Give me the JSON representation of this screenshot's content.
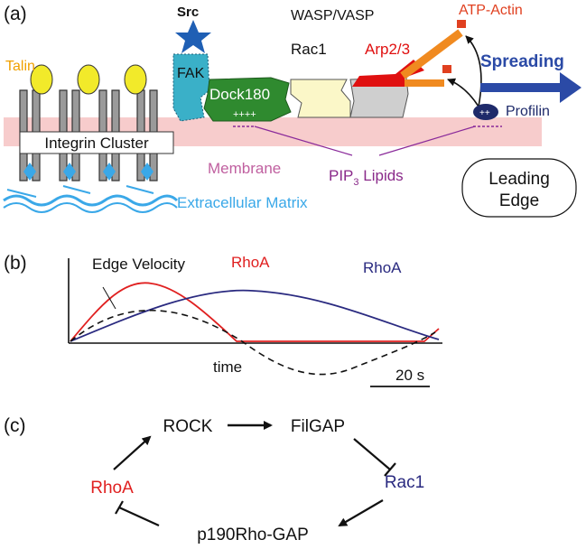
{
  "panels": {
    "a": "(a)",
    "b": "(b)",
    "c": "(c)"
  },
  "panel_a": {
    "talin": "Talin",
    "src": "Src",
    "fak": "FAK",
    "wasp_vasp": "WASP/VASP",
    "rac1": "Rac1",
    "arp23": "Arp2/3",
    "atp_actin": "ATP-Actin",
    "spreading": "Spreading",
    "dock180": "Dock180",
    "plus_charges": "++++",
    "profilin_charges": "++",
    "profilin": "Profilin",
    "integrin_cluster": "Integrin Cluster",
    "membrane": "Membrane",
    "pip3_main": "PIP",
    "pip3_sub": "3",
    "pip3_rest": " Lipids",
    "leading_line1": "Leading",
    "leading_line2": "Edge",
    "ecm": "Extracellular Matrix"
  },
  "panel_b": {
    "edge_velocity": "Edge Velocity",
    "rhoa_red": "RhoA",
    "rhoa_blue": "RhoA",
    "time": "time",
    "scale": "20 s"
  },
  "panel_c": {
    "rock": "ROCK",
    "filgap": "FilGAP",
    "rac1": "Rac1",
    "p190": "p190Rho-GAP",
    "rhoa": "RhoA"
  },
  "colors": {
    "talin": "#f0a000",
    "talin_head": "#f2ea2a",
    "fak": "#3ab0c8",
    "src": "#1f5fb4",
    "dock": "#2f8a2f",
    "rac1_box": "#fbf7c8",
    "wasp_box": "#cfcfcf",
    "arp": "#e01010",
    "actin": "#f08a20",
    "atp": "#e04020",
    "spreading": "#2b4aa6",
    "profilin": "#1e2a6a",
    "membrane": "#f7cccc",
    "membrane_text": "#c060a0",
    "pip_line": "#8a2a9a",
    "pip_text": "#8a2a8a",
    "ecm": "#3aa8e8",
    "red": "#e02020",
    "navy": "#2a2a80"
  }
}
